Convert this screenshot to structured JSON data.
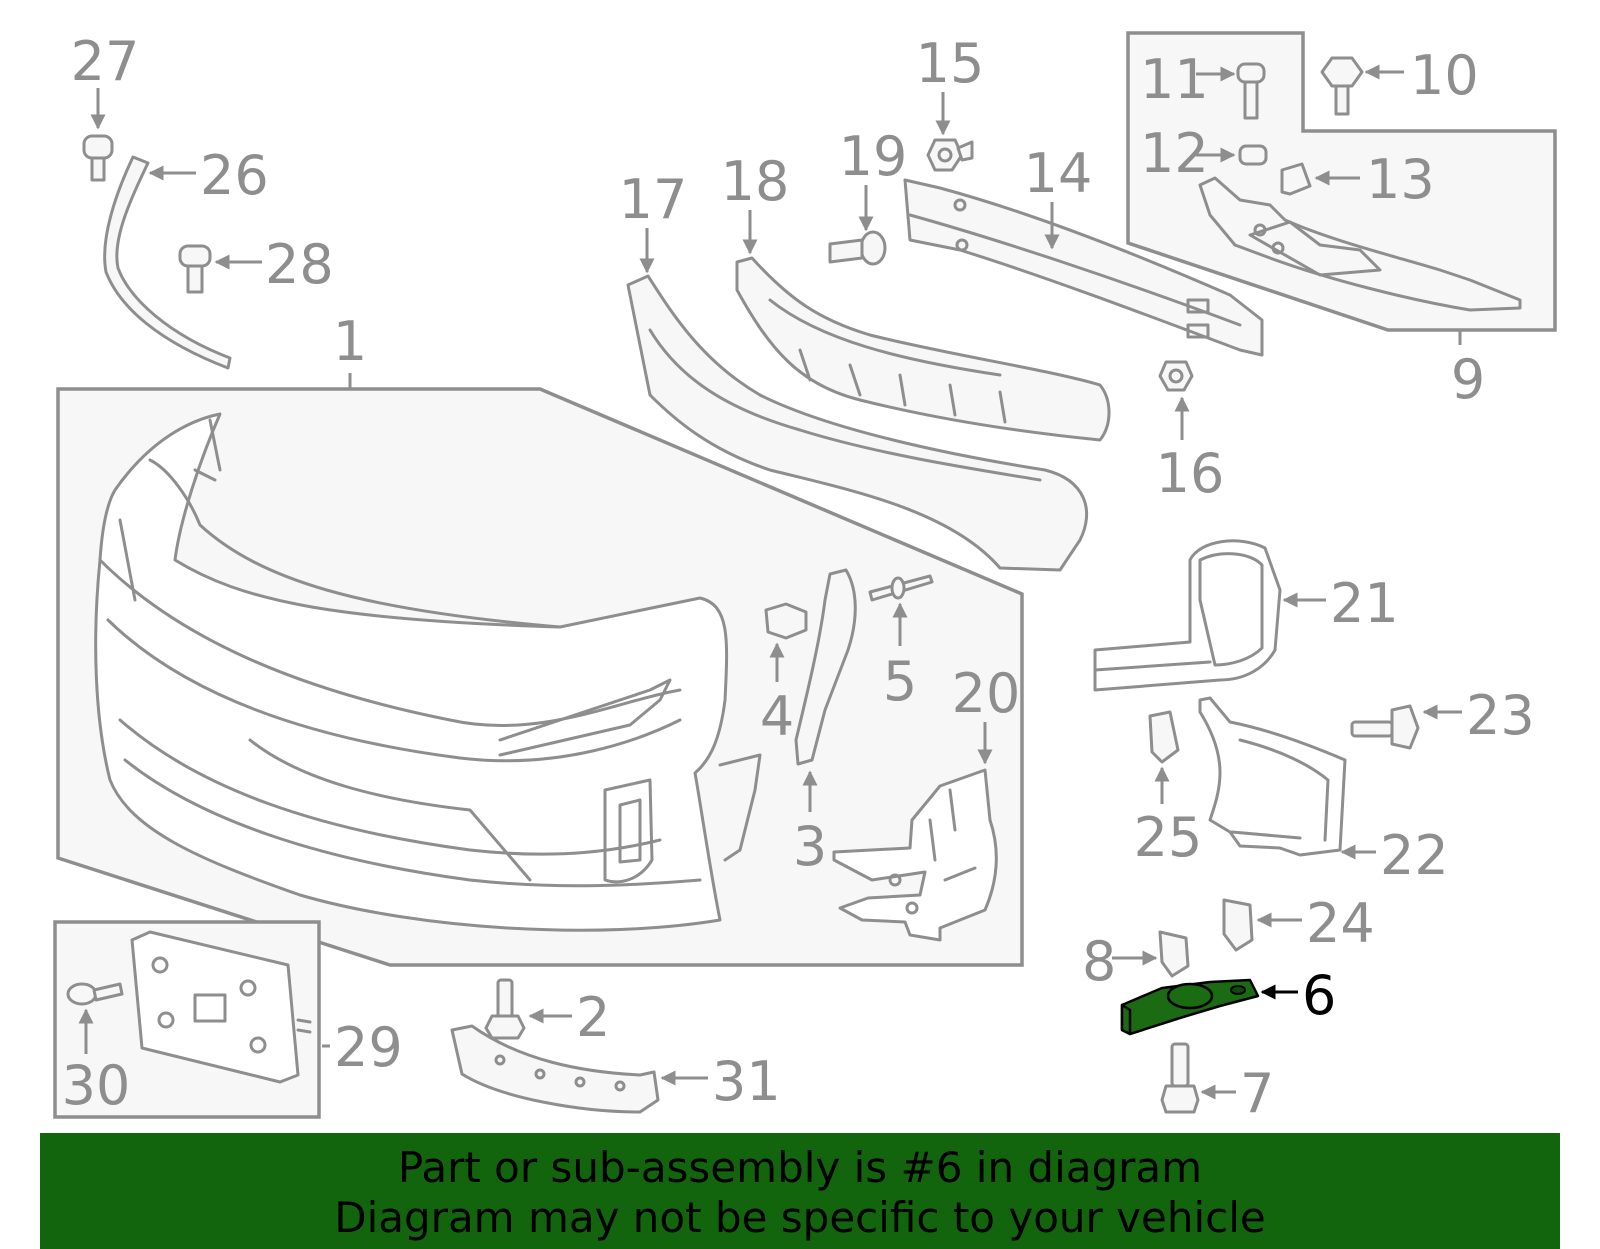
{
  "labels": [
    "27",
    "26",
    "28",
    "1",
    "17",
    "18",
    "19",
    "15",
    "14",
    "11",
    "10",
    "12",
    "13",
    "9",
    "16",
    "21",
    "23",
    "25",
    "22",
    "24",
    "8",
    "6",
    "7",
    "4",
    "5",
    "3",
    "20",
    "2",
    "31",
    "29",
    "30"
  ],
  "highlighted_part": "6",
  "colors": {
    "line": "#8e8e8e",
    "fill": "#f7f7f7",
    "highlight": "#1a6b12",
    "banner": "#12650d",
    "banner_text": "#000000"
  },
  "banner": {
    "line1": "Part or sub-assembly is #6 in diagram",
    "line2": "Diagram may not be specific to your vehicle"
  }
}
